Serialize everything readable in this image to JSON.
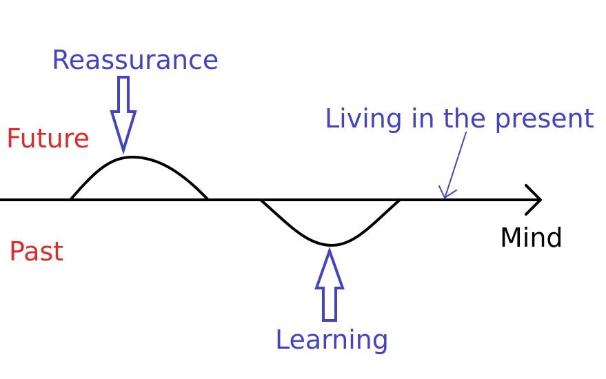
{
  "labels": {
    "reassurance": "Reassurance",
    "future": "Future",
    "living_in_present": "Living in the present",
    "mind": "Mind",
    "past": "Past",
    "learning": "Learning"
  },
  "colors": {
    "blue": "#4343c4",
    "red": "#dd2a2a",
    "black": "#000000",
    "background": "#ffffff"
  }
}
